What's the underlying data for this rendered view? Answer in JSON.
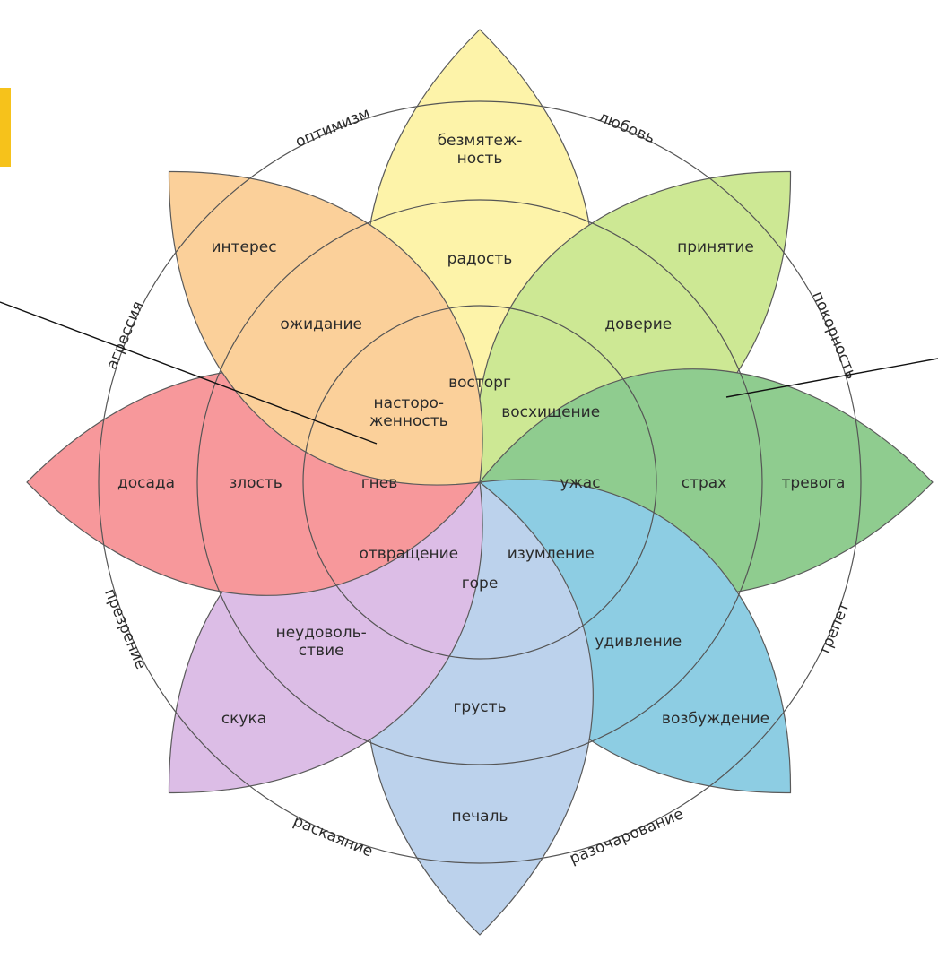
{
  "colors": {
    "petal_stroke": "#5a5a5a",
    "ring_stroke": "#555555",
    "line_stroke": "#111111",
    "accent": "#f6c21b"
  },
  "petals": [
    {
      "id": "joy",
      "colors": [
        "#f7c600",
        "#fbe457",
        "#fdf3a9"
      ],
      "labels": [
        [
          "восторг"
        ],
        [
          "радость"
        ],
        [
          "безмятеж-",
          "ность"
        ]
      ]
    },
    {
      "id": "trust",
      "colors": [
        "#7cc21e",
        "#a6d63b",
        "#cde894"
      ],
      "labels": [
        [
          "восхищение"
        ],
        [
          "доверие"
        ],
        [
          "принятие"
        ]
      ]
    },
    {
      "id": "fear",
      "colors": [
        "#0b8a3c",
        "#1eaa4c",
        "#8fcc8f"
      ],
      "labels": [
        [
          "ужас"
        ],
        [
          "страх"
        ],
        [
          "тревога"
        ]
      ]
    },
    {
      "id": "surprise",
      "colors": [
        "#1487c4",
        "#15aed6",
        "#8dcde3"
      ],
      "labels": [
        [
          "изумление"
        ],
        [
          "удивление"
        ],
        [
          "возбуждение"
        ]
      ]
    },
    {
      "id": "sadness",
      "colors": [
        "#1464b4",
        "#6f9fd6",
        "#bcd2ec"
      ],
      "labels": [
        [
          "горе"
        ],
        [
          "грусть"
        ],
        [
          "печаль"
        ]
      ]
    },
    {
      "id": "disgust",
      "colors": [
        "#8a45a9",
        "#b47fc7",
        "#dcbde6"
      ],
      "labels": [
        [
          "отвращение"
        ],
        [
          "неудоволь-",
          "ствие"
        ],
        [
          "скука"
        ]
      ]
    },
    {
      "id": "anger",
      "colors": [
        "#e3134c",
        "#ef4063",
        "#f7989b"
      ],
      "labels": [
        [
          "гнев"
        ],
        [
          "злость"
        ],
        [
          "досада"
        ]
      ]
    },
    {
      "id": "anticipation",
      "colors": [
        "#f27b00",
        "#f6a13c",
        "#fbd09a"
      ],
      "labels": [
        [
          "насторо-",
          "женность"
        ],
        [
          "ожидание"
        ],
        [
          "интерес"
        ]
      ]
    }
  ],
  "dyads": [
    "любовь",
    "покорность",
    "трепет",
    "разочарование",
    "раскаяние",
    "презрение",
    "агрессия",
    "оптимизм"
  ]
}
